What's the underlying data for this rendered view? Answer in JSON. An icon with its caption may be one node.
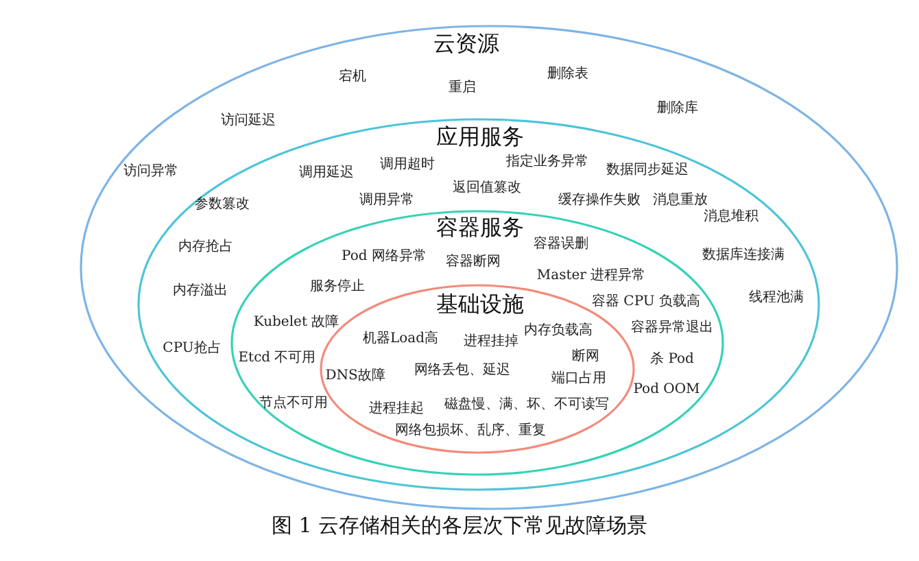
{
  "diagram": {
    "caption": "图 1 云存储相关的各层次下常见故障场景",
    "nodes": [
      {
        "text": [
          "云资源",
          "宕机",
          "重启",
          "删除表",
          "删除库",
          "访问延迟",
          "访问异常"
        ]
      },
      {
        "text": [
          "应用服务",
          "调用延迟",
          "调用超时",
          "指定业务异常",
          "数据同步延迟",
          "参数篡改",
          "调用异常",
          "返回值篡改",
          "缓存操作失败",
          "消息重放",
          "消息堆积",
          "内存抢占",
          "内存溢出",
          "数据库连接满",
          "CPU抢占",
          "线程池满"
        ],
        "in": 0
      },
      {
        "text": [
          "容器服务",
          "Pod 网络异常",
          "容器断网",
          "容器误删",
          "服务停止",
          "Master 进程异常",
          "Kubelet 故障",
          "容器 CPU 负载高",
          "Etcd 不可用",
          "容器异常退出",
          "杀 Pod",
          "Pod OOM",
          "节点不可用"
        ],
        "in": 1
      },
      {
        "text": [
          "基础设施",
          "机器Load高",
          "进程挂掉",
          "内存负载高",
          "DNS故障",
          "网络丢包、延迟",
          "断网",
          "端口占用",
          "进程挂起",
          "磁盘慢、满、坏、不可读写",
          "网络包损坏、乱序、重复"
        ],
        "in": 2
      }
    ]
  }
}
